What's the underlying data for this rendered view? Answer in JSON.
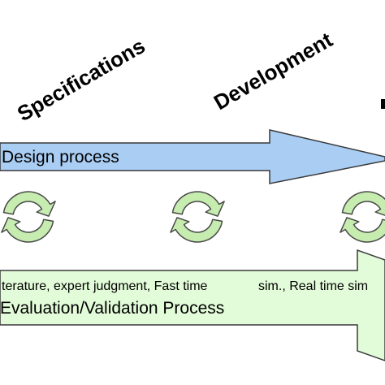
{
  "phases": {
    "specifications": "Specifications",
    "development": "Development"
  },
  "design_arrow": {
    "label": "Design process",
    "fill": "#a9cdf3",
    "stroke": "#3a3a3a"
  },
  "methods": {
    "left": "terature, expert judgment, Fast time",
    "right": "sim., Real time  sim"
  },
  "evaluation_arrow": {
    "label": "Evaluation/Validation Process",
    "fill": "#e2fbd8",
    "stroke": "#3a3a3a"
  },
  "cycle_icon": {
    "fill": "#c6ecb0",
    "stroke": "#4a4a4a"
  }
}
